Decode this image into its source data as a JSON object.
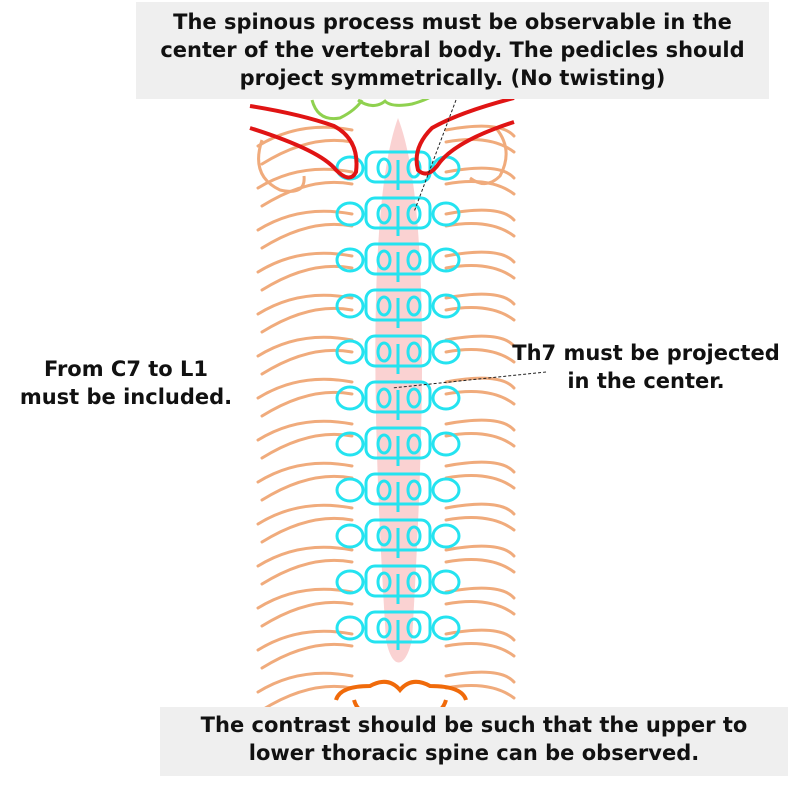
{
  "colors": {
    "ribs": "#f0ab7c",
    "spine_outline": "#24e3f0",
    "vertebral_fill": "#f9caca",
    "clavicle": "#e01414",
    "cervical_green": "#8fd14f",
    "lumbar_orange": "#f06a0a",
    "callout_background": "#efefef"
  },
  "annotations": {
    "top": [
      "The spinous process must be observable in the",
      "center of the vertebral body. The pedicles should",
      "project symmetrically. (No twisting)"
    ],
    "left": [
      "From C7 to L1",
      "must be included."
    ],
    "right": [
      "Th7 must be projected",
      "in the center."
    ],
    "bottom": [
      "The contrast should be such that the upper to",
      "lower thoracic spine can be observed."
    ]
  },
  "vertebrae_count": 11
}
